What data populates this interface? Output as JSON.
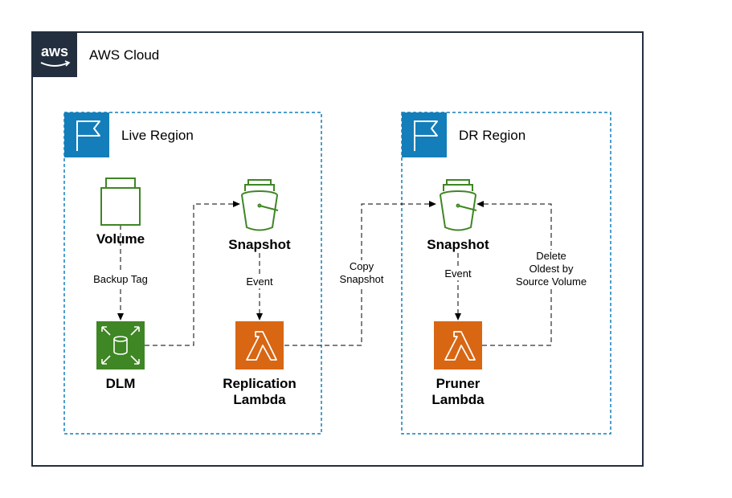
{
  "cloud": {
    "title": "AWS Cloud",
    "logo_text": "aws"
  },
  "regions": {
    "live": {
      "title": "Live Region"
    },
    "dr": {
      "title": "DR Region"
    }
  },
  "nodes": {
    "volume": {
      "label": "Volume"
    },
    "dlm": {
      "label": "DLM"
    },
    "live_snapshot": {
      "label": "Snapshot"
    },
    "replication_lambda": {
      "label_line1": "Replication",
      "label_line2": "Lambda"
    },
    "dr_snapshot": {
      "label": "Snapshot"
    },
    "pruner_lambda": {
      "label_line1": "Pruner",
      "label_line2": "Lambda"
    }
  },
  "edges": {
    "backup_tag": "Backup Tag",
    "live_event": "Event",
    "copy_snapshot_line1": "Copy",
    "copy_snapshot_line2": "Snapshot",
    "dr_event": "Event",
    "delete_line1": "Delete",
    "delete_line2": "Oldest by",
    "delete_line3": "Source Volume"
  },
  "colors": {
    "cloud_border": "#232f3e",
    "region_border": "#147eba",
    "region_flag_bg": "#147eba",
    "storage_green": "#3f8624",
    "lambda_orange": "#d86613"
  }
}
